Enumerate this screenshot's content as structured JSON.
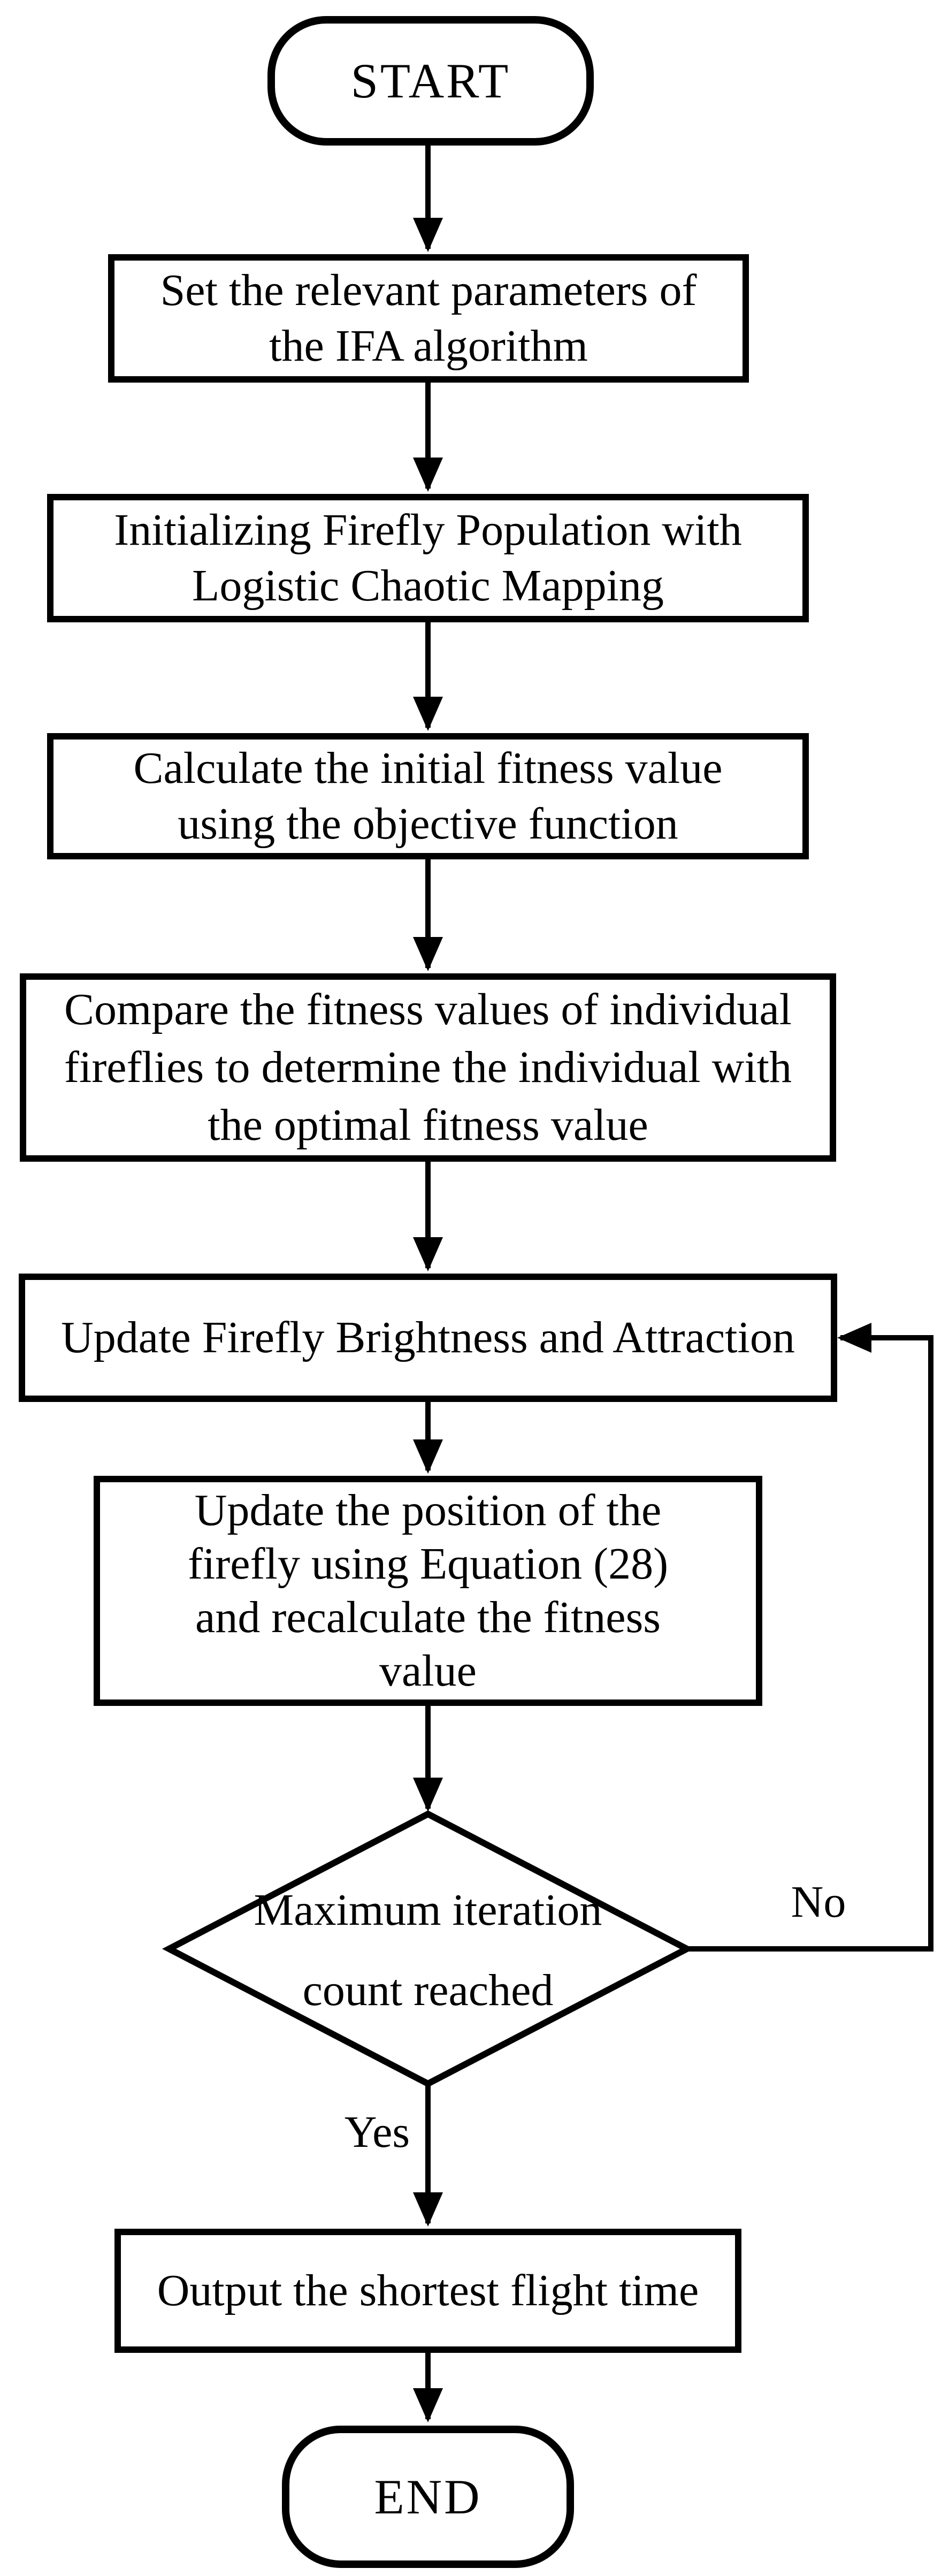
{
  "flowchart": {
    "colors": {
      "stroke": "#000000",
      "background": "#ffffff"
    },
    "nodes": {
      "start": {
        "type": "terminator",
        "label": "START"
      },
      "set_parameters": {
        "type": "process",
        "lines": [
          "Set the relevant parameters of",
          "the IFA algorithm"
        ]
      },
      "init_population": {
        "type": "process",
        "lines": [
          "Initializing Firefly Population with",
          "Logistic Chaotic Mapping"
        ]
      },
      "calc_fitness": {
        "type": "process",
        "lines": [
          "Calculate the initial fitness value",
          "using the objective function"
        ]
      },
      "compare_fitness": {
        "type": "process",
        "lines": [
          "Compare the fitness values of individual",
          "fireflies to determine the individual with",
          "the optimal fitness value"
        ]
      },
      "update_brightness": {
        "type": "process",
        "label": "Update Firefly Brightness and Attraction"
      },
      "update_position": {
        "type": "process",
        "lines": [
          "Update the position of the",
          "firefly using Equation (28)",
          "and recalculate the fitness",
          "value"
        ]
      },
      "max_iteration": {
        "type": "decision",
        "lines": [
          "Maximum iteration",
          "count reached"
        ]
      },
      "output_time": {
        "type": "process",
        "label": "Output the shortest flight time"
      },
      "end": {
        "type": "terminator",
        "label": "END"
      }
    },
    "edge_labels": {
      "yes": "Yes",
      "no": "No"
    }
  }
}
